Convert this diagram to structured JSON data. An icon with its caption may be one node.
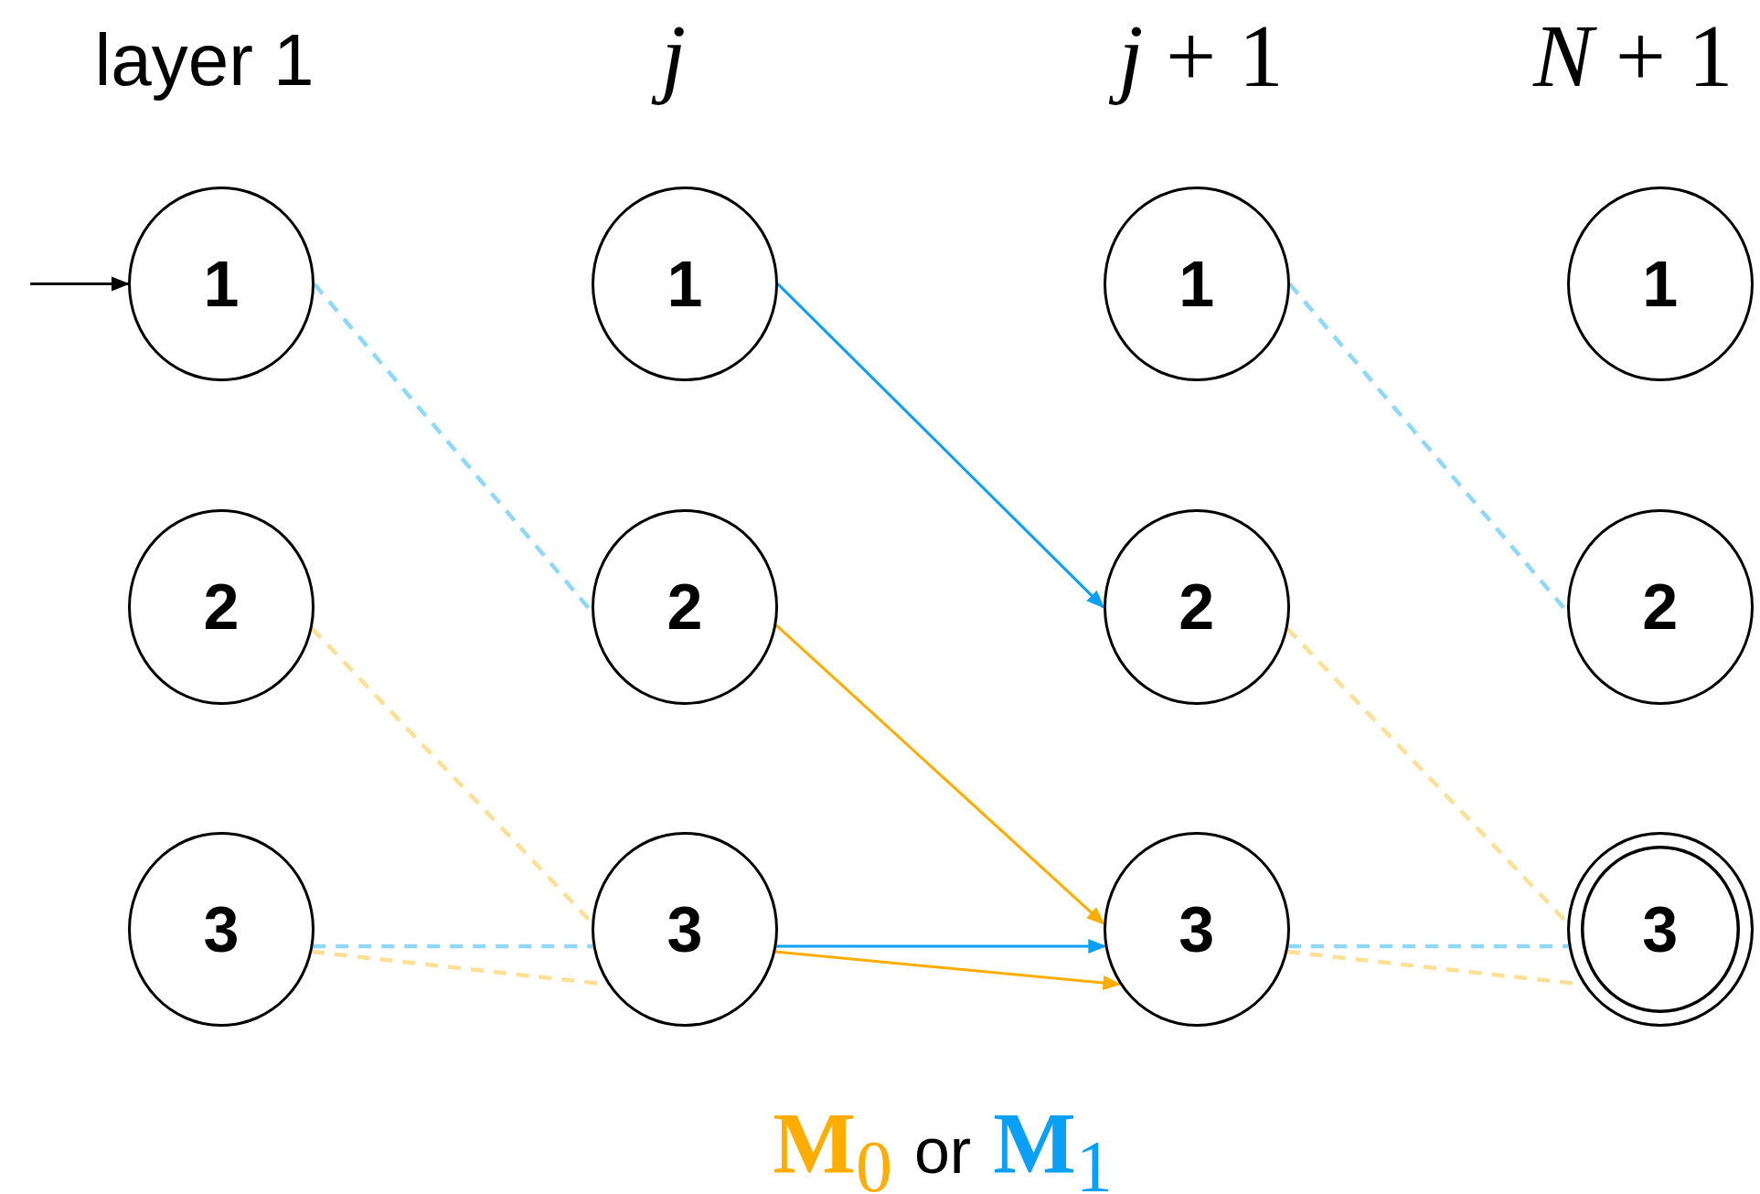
{
  "diagram": {
    "nodes": [
      {
        "text": [
          "1"
        ]
      },
      {
        "text": [
          "1"
        ]
      },
      {
        "text": [
          "1"
        ]
      },
      {
        "text": [
          "1"
        ]
      },
      {
        "text": [
          "2"
        ]
      },
      {
        "text": [
          "2"
        ]
      },
      {
        "text": [
          "2"
        ]
      },
      {
        "text": [
          "2"
        ]
      },
      {
        "text": [
          "3"
        ]
      },
      {
        "text": [
          "3"
        ]
      },
      {
        "text": [
          "3"
        ]
      },
      {
        "text": [
          "3"
        ]
      }
    ],
    "edges": [
      {
        "from": null,
        "to": 0,
        "arrow": "to",
        "color": "#000000"
      },
      {
        "from": 0,
        "to": 5,
        "arrow": "none",
        "style": "dashed",
        "color": "#8fd8fa"
      },
      {
        "from": 4,
        "to": 9,
        "arrow": "none",
        "style": "dashed",
        "color": "#fde095"
      },
      {
        "from": 8,
        "to": 9,
        "arrow": "none",
        "style": "dashed",
        "color": "#8fd8fa"
      },
      {
        "from": 8,
        "to": 9,
        "arrow": "none",
        "style": "dashed",
        "color": "#fde095"
      },
      {
        "from": 1,
        "to": 6,
        "arrow": "to",
        "color": "#0aa0f5"
      },
      {
        "from": 5,
        "to": 10,
        "arrow": "to",
        "color": "#ffad00"
      },
      {
        "from": 9,
        "to": 10,
        "arrow": "to",
        "color": "#0aa0f5"
      },
      {
        "from": 9,
        "to": 10,
        "arrow": "to",
        "color": "#ffad00"
      },
      {
        "from": 2,
        "to": 7,
        "arrow": "none",
        "style": "dashed",
        "color": "#8fd8fa"
      },
      {
        "from": 6,
        "to": 11,
        "arrow": "none",
        "style": "dashed",
        "color": "#fde095"
      },
      {
        "from": 10,
        "to": 11,
        "arrow": "none",
        "style": "dashed",
        "color": "#8fd8fa"
      },
      {
        "from": 10,
        "to": 11,
        "arrow": "none",
        "style": "dashed",
        "color": "#fde095"
      }
    ],
    "labels": [
      "layer 1",
      "*j*",
      "*j* + 1",
      "*N* + 1",
      "**M**$_{0}$",
      "or",
      "**M**$_{1}$"
    ]
  }
}
